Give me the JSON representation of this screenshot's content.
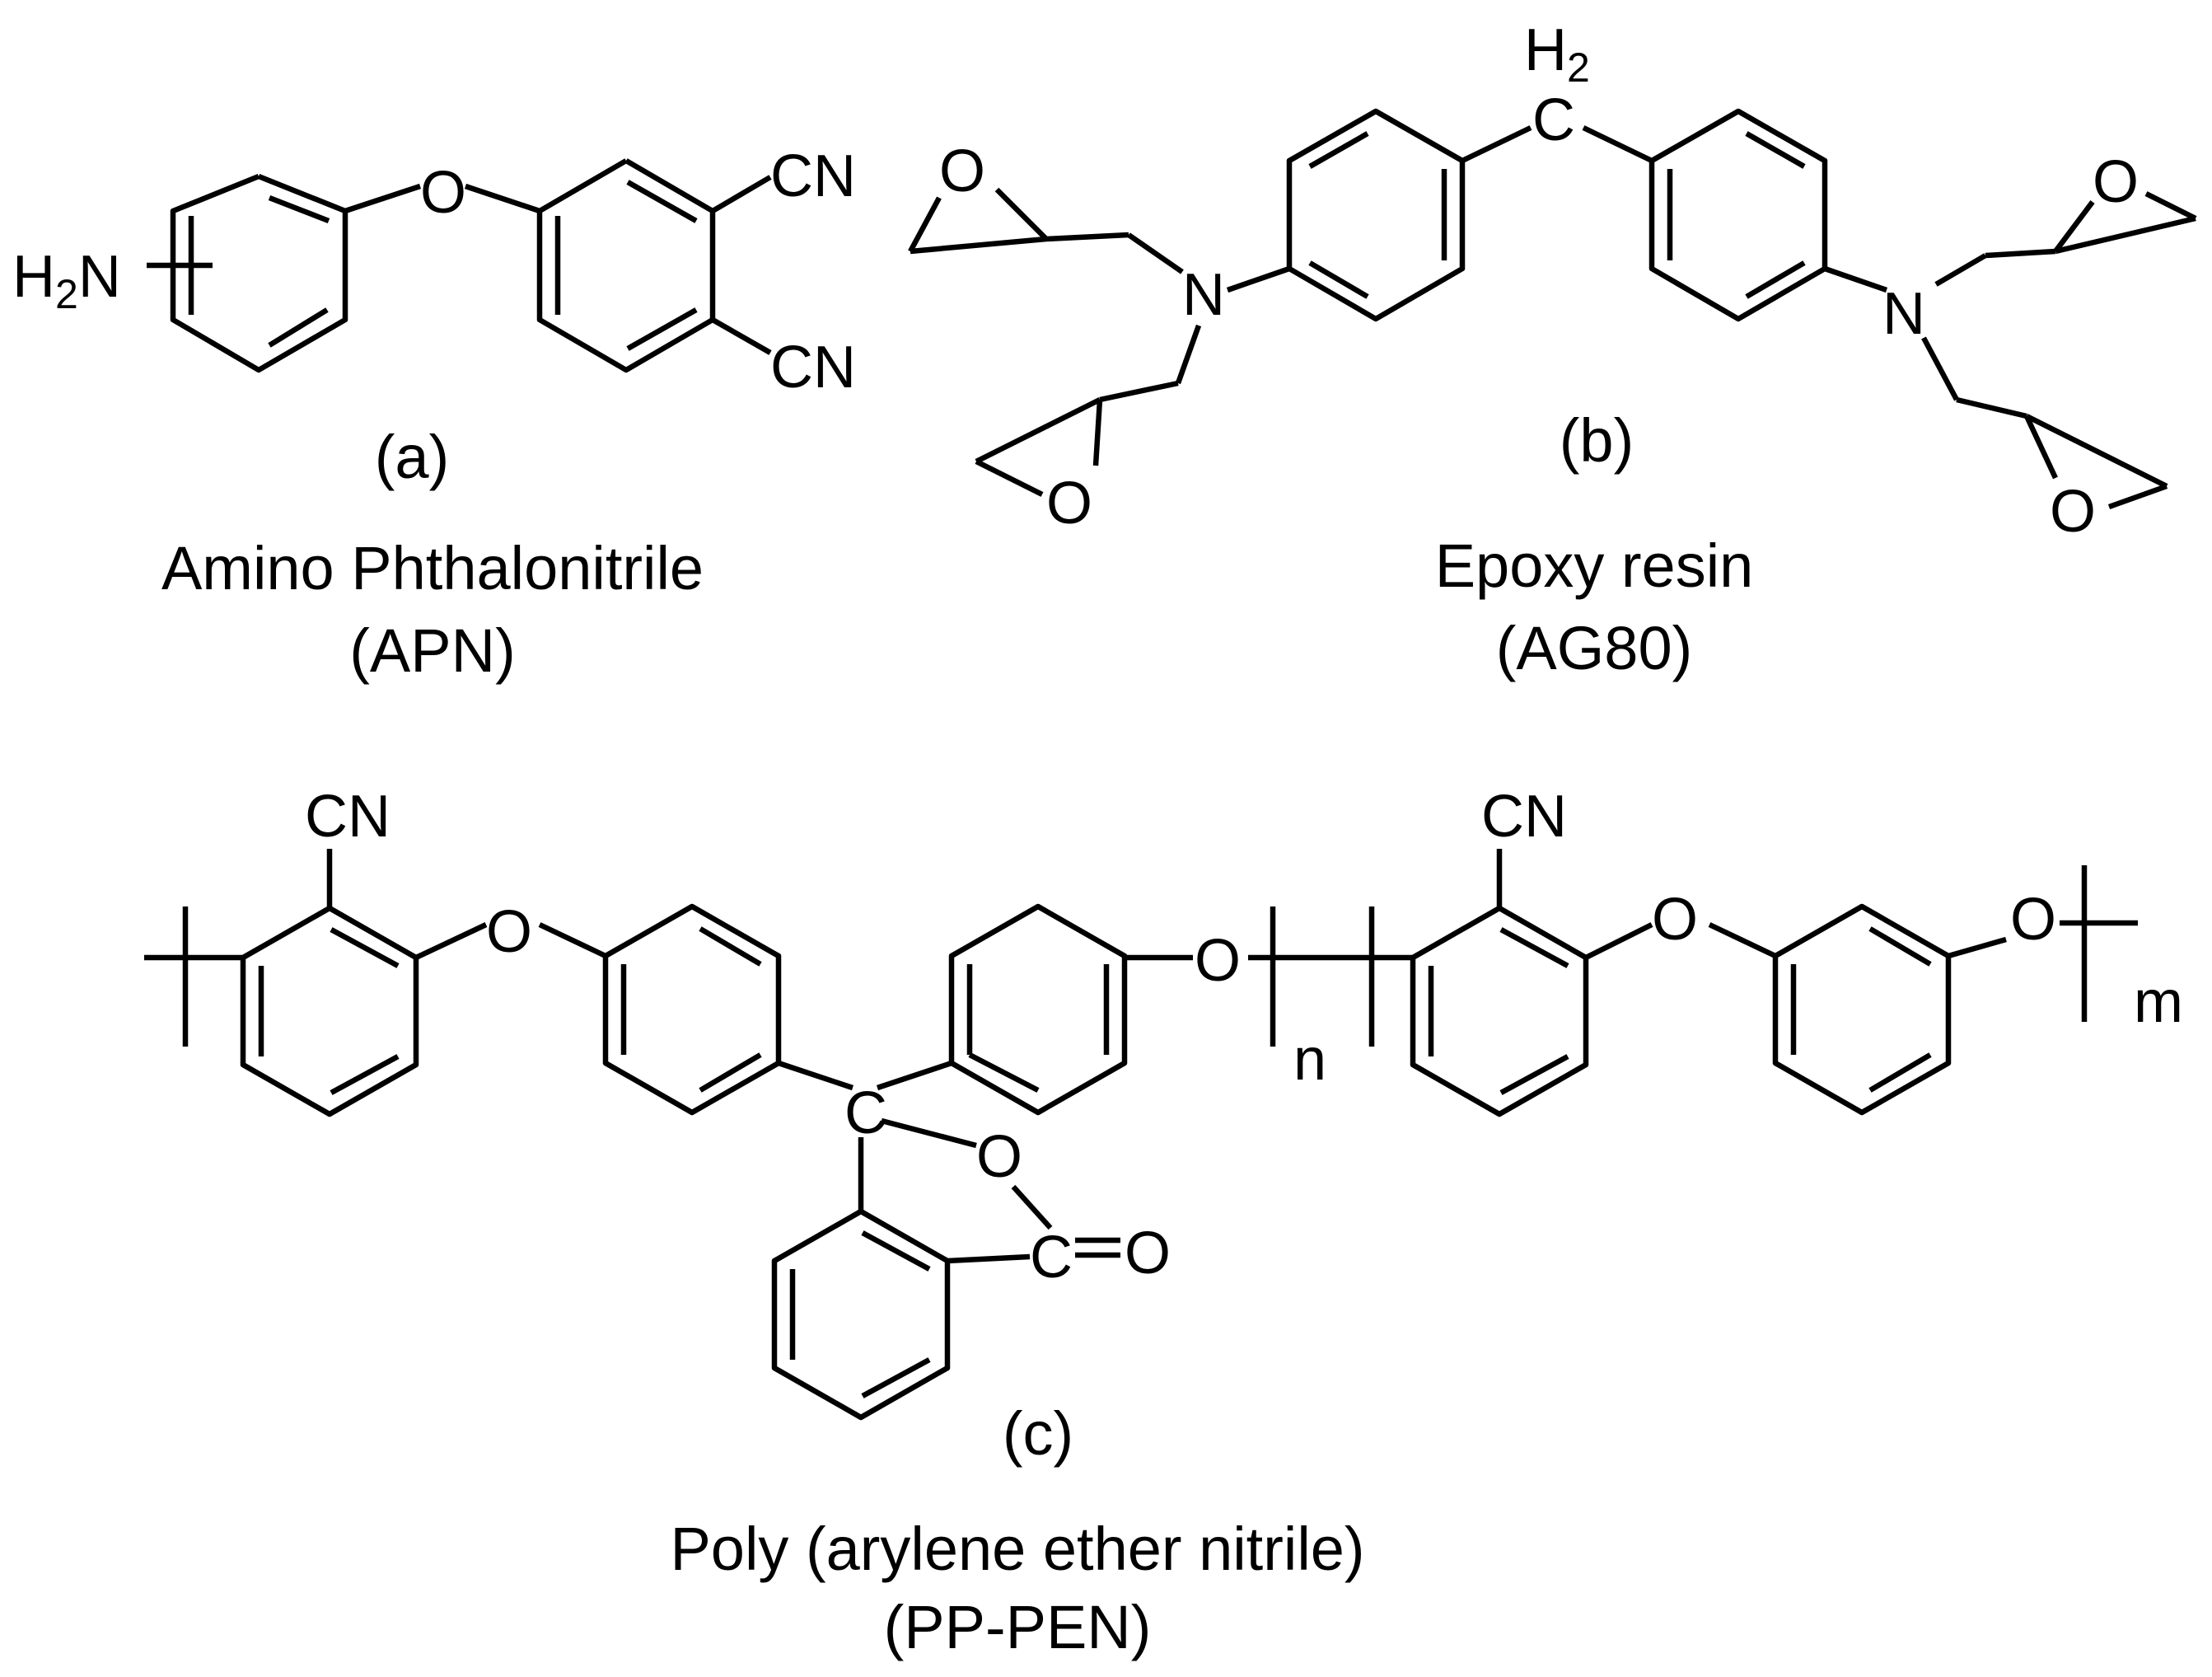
{
  "atoms": {
    "cn": "CN",
    "o": "O",
    "n": "N",
    "c": "C",
    "h2n": "H",
    "h2n_sub": "2",
    "h2n_tail": "N",
    "h2": "H",
    "h2_sub": "2"
  },
  "structures": {
    "a": {
      "label": "(a)",
      "name": "Amino Phthalonitrile",
      "abbr": "(APN)"
    },
    "b": {
      "label": "(b)",
      "name": "Epoxy resin",
      "abbr": "(AG80)"
    },
    "c": {
      "label": "(c)",
      "name": "Poly (arylene ether nitrile)",
      "abbr": "(PP-PEN)"
    }
  },
  "polymer": {
    "repeat_n": "n",
    "repeat_m": "m"
  }
}
